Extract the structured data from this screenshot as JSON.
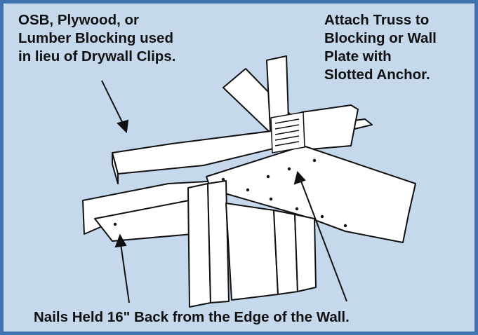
{
  "callouts": {
    "blocking": [
      "OSB, Plywood, or",
      "Lumber Blocking used",
      "in lieu of Drywall Clips."
    ],
    "anchor": [
      "Attach Truss to",
      "Blocking or Wall",
      "Plate with",
      "Slotted Anchor."
    ],
    "nails": "Nails Held 16\" Back from the Edge of the Wall."
  },
  "colors": {
    "border": "#3f74b0",
    "background": "#c6d8ec",
    "lumber": "#ffffff",
    "linework": "#111111"
  }
}
